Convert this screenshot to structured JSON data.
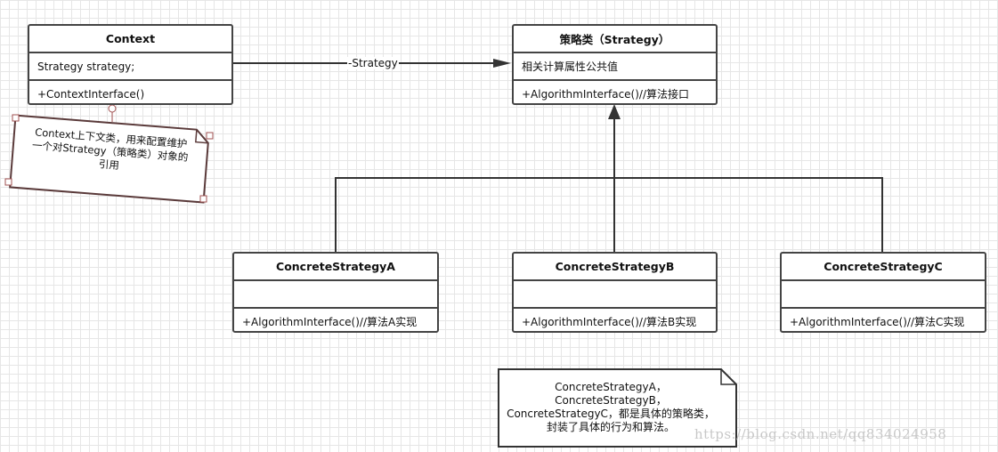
{
  "context": {
    "name": "Context",
    "attribute": "Strategy strategy;",
    "operation": "+ContextInterface()"
  },
  "strategy": {
    "name": "策略类（Strategy）",
    "attribute": "相关计算属性公共值",
    "operation": "+AlgorithmInterface()//算法接口"
  },
  "association_label": "-Strategy",
  "concrete": [
    {
      "name": "ConcreteStrategyA",
      "attribute": "",
      "operation": "+AlgorithmInterface()//算法A实现"
    },
    {
      "name": "ConcreteStrategyB",
      "attribute": "",
      "operation": "+AlgorithmInterface()//算法B实现"
    },
    {
      "name": "ConcreteStrategyC",
      "attribute": "",
      "operation": "+AlgorithmInterface()//算法C实现"
    }
  ],
  "context_note": {
    "lines": [
      "Context上下文类，用来配置维护",
      "一个对Strategy（策略类）对象的",
      "引用"
    ]
  },
  "concrete_note": {
    "lines": [
      "ConcreteStrategyA，",
      "ConcreteStrategyB，",
      "ConcreteStrategyC，都是具体的策略类，",
      "封装了具体的行为和算法。"
    ]
  },
  "watermark": "https://blog.csdn.net/qq834024958",
  "colors": {
    "border": "#444444",
    "grid": "#e6e6e6",
    "note_border": "#5a3a3a",
    "handle": "#a05050",
    "watermark": "#c8c8c8"
  }
}
